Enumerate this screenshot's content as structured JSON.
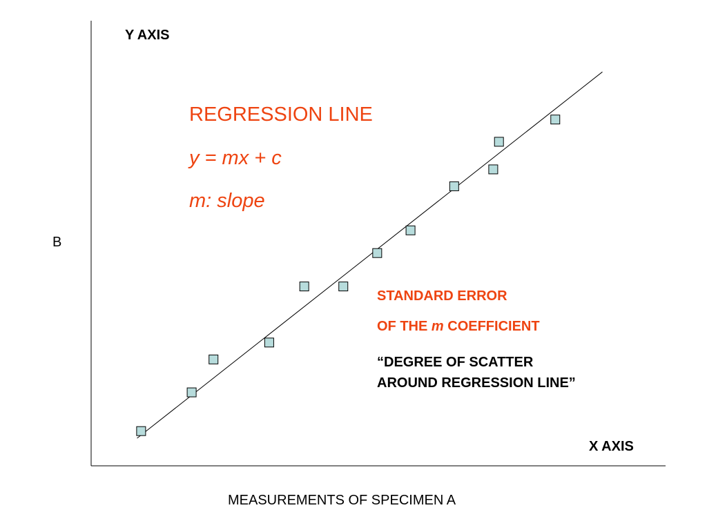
{
  "chart_data": {
    "type": "scatter",
    "title": "",
    "xlabel": "MEASUREMENTS OF SPECIMEN A",
    "ylabel": "B",
    "x_axis_title": "X AXIS",
    "y_axis_title": "Y AXIS",
    "xlim": [
      0,
      10
    ],
    "ylim": [
      0,
      10
    ],
    "grid": false,
    "series": [
      {
        "x": [
          0.87,
          1.75,
          2.13,
          3.1,
          3.71,
          4.39,
          4.98,
          5.56,
          6.32,
          7.0,
          7.1,
          8.08
        ],
        "y": [
          0.78,
          1.65,
          2.39,
          2.77,
          4.03,
          4.03,
          4.78,
          5.29,
          6.28,
          6.66,
          7.28,
          7.78
        ]
      }
    ],
    "regression_line": {
      "x": [
        0.8,
        8.9
      ],
      "y": [
        0.62,
        8.85
      ]
    },
    "annotations": {
      "regression_title": "REGRESSION LINE",
      "equation": "y  = mx + c",
      "slope_note": "m: slope",
      "std_error_line1": "STANDARD ERROR",
      "std_error_line2_prefix": "OF THE ",
      "std_error_line2_m": "m",
      "std_error_line2_suffix": " COEFFICIENT",
      "scatter_quote_line1": "“DEGREE OF SCATTER",
      "scatter_quote_line2": "AROUND REGRESSION LINE”"
    },
    "colors": {
      "marker_fill": "#b7dcdc",
      "marker_stroke": "#000000",
      "line": "#000000",
      "accent_text": "#ee4411"
    }
  }
}
